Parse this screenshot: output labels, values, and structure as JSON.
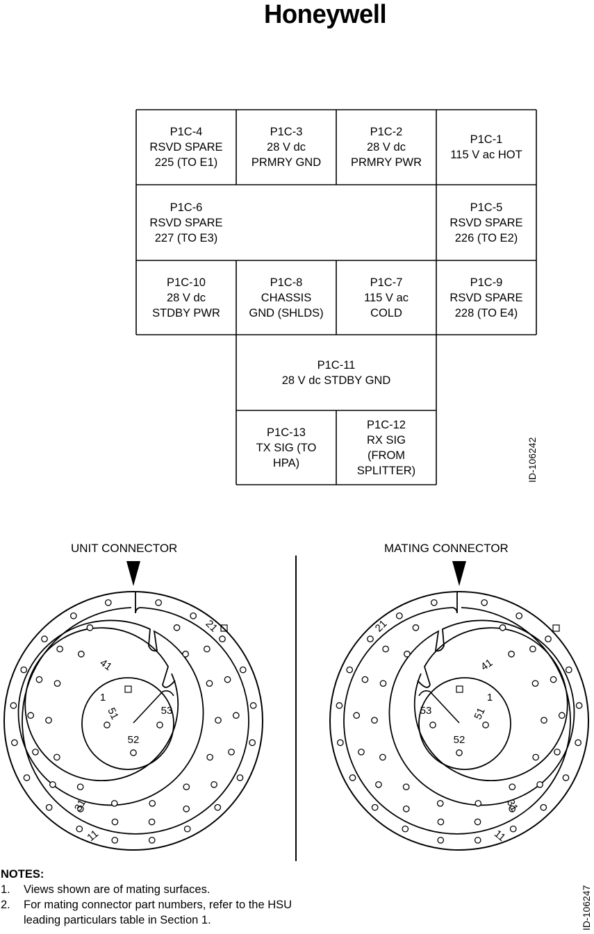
{
  "header": {
    "logo_text": "Honeywell"
  },
  "pin_table": {
    "figure_id": "ID-106242",
    "cells": [
      {
        "id": "p1c-4",
        "text": "P1C-4\nRSVD SPARE\n225 (TO E1)"
      },
      {
        "id": "p1c-3",
        "text": "P1C-3\n28 V dc\nPRMRY GND"
      },
      {
        "id": "p1c-2",
        "text": "P1C-2\n28 V dc\nPRMRY PWR"
      },
      {
        "id": "p1c-1",
        "text": "P1C-1\n115 V ac HOT"
      },
      {
        "id": "p1c-6",
        "text": "P1C-6\nRSVD SPARE\n227 (TO E3)"
      },
      {
        "id": "p1c-5",
        "text": "P1C-5\nRSVD SPARE\n226 (TO E2)"
      },
      {
        "id": "p1c-10",
        "text": "P1C-10\n28 V dc\nSTDBY PWR"
      },
      {
        "id": "p1c-8",
        "text": "P1C-8\nCHASSIS\nGND (SHLDS)"
      },
      {
        "id": "p1c-7",
        "text": "P1C-7\n115 V ac\nCOLD"
      },
      {
        "id": "p1c-9",
        "text": "P1C-9\nRSVD SPARE\n228 (TO E4)"
      },
      {
        "id": "p1c-11",
        "text": "P1C-11\n28 V dc STDBY GND"
      },
      {
        "id": "p1c-13",
        "text": "P1C-13\nTX SIG (TO\nHPA)"
      },
      {
        "id": "p1c-12",
        "text": "P1C-12\nRX SIG\n(FROM\nSPLITTER)"
      }
    ]
  },
  "connectors": {
    "unit_title": "UNIT CONNECTOR",
    "mating_title": "MATING CONNECTOR",
    "pin_labels": [
      "1",
      "21",
      "41",
      "51",
      "52",
      "53",
      "31",
      "11"
    ],
    "figure_id": "ID-106247"
  },
  "notes": {
    "heading": "NOTES:",
    "items": [
      {
        "num": "1.",
        "text": "Views shown are of mating surfaces."
      },
      {
        "num": "2.",
        "text": "For mating connector part numbers, refer to the HSU leading particulars table in Section 1."
      }
    ]
  }
}
